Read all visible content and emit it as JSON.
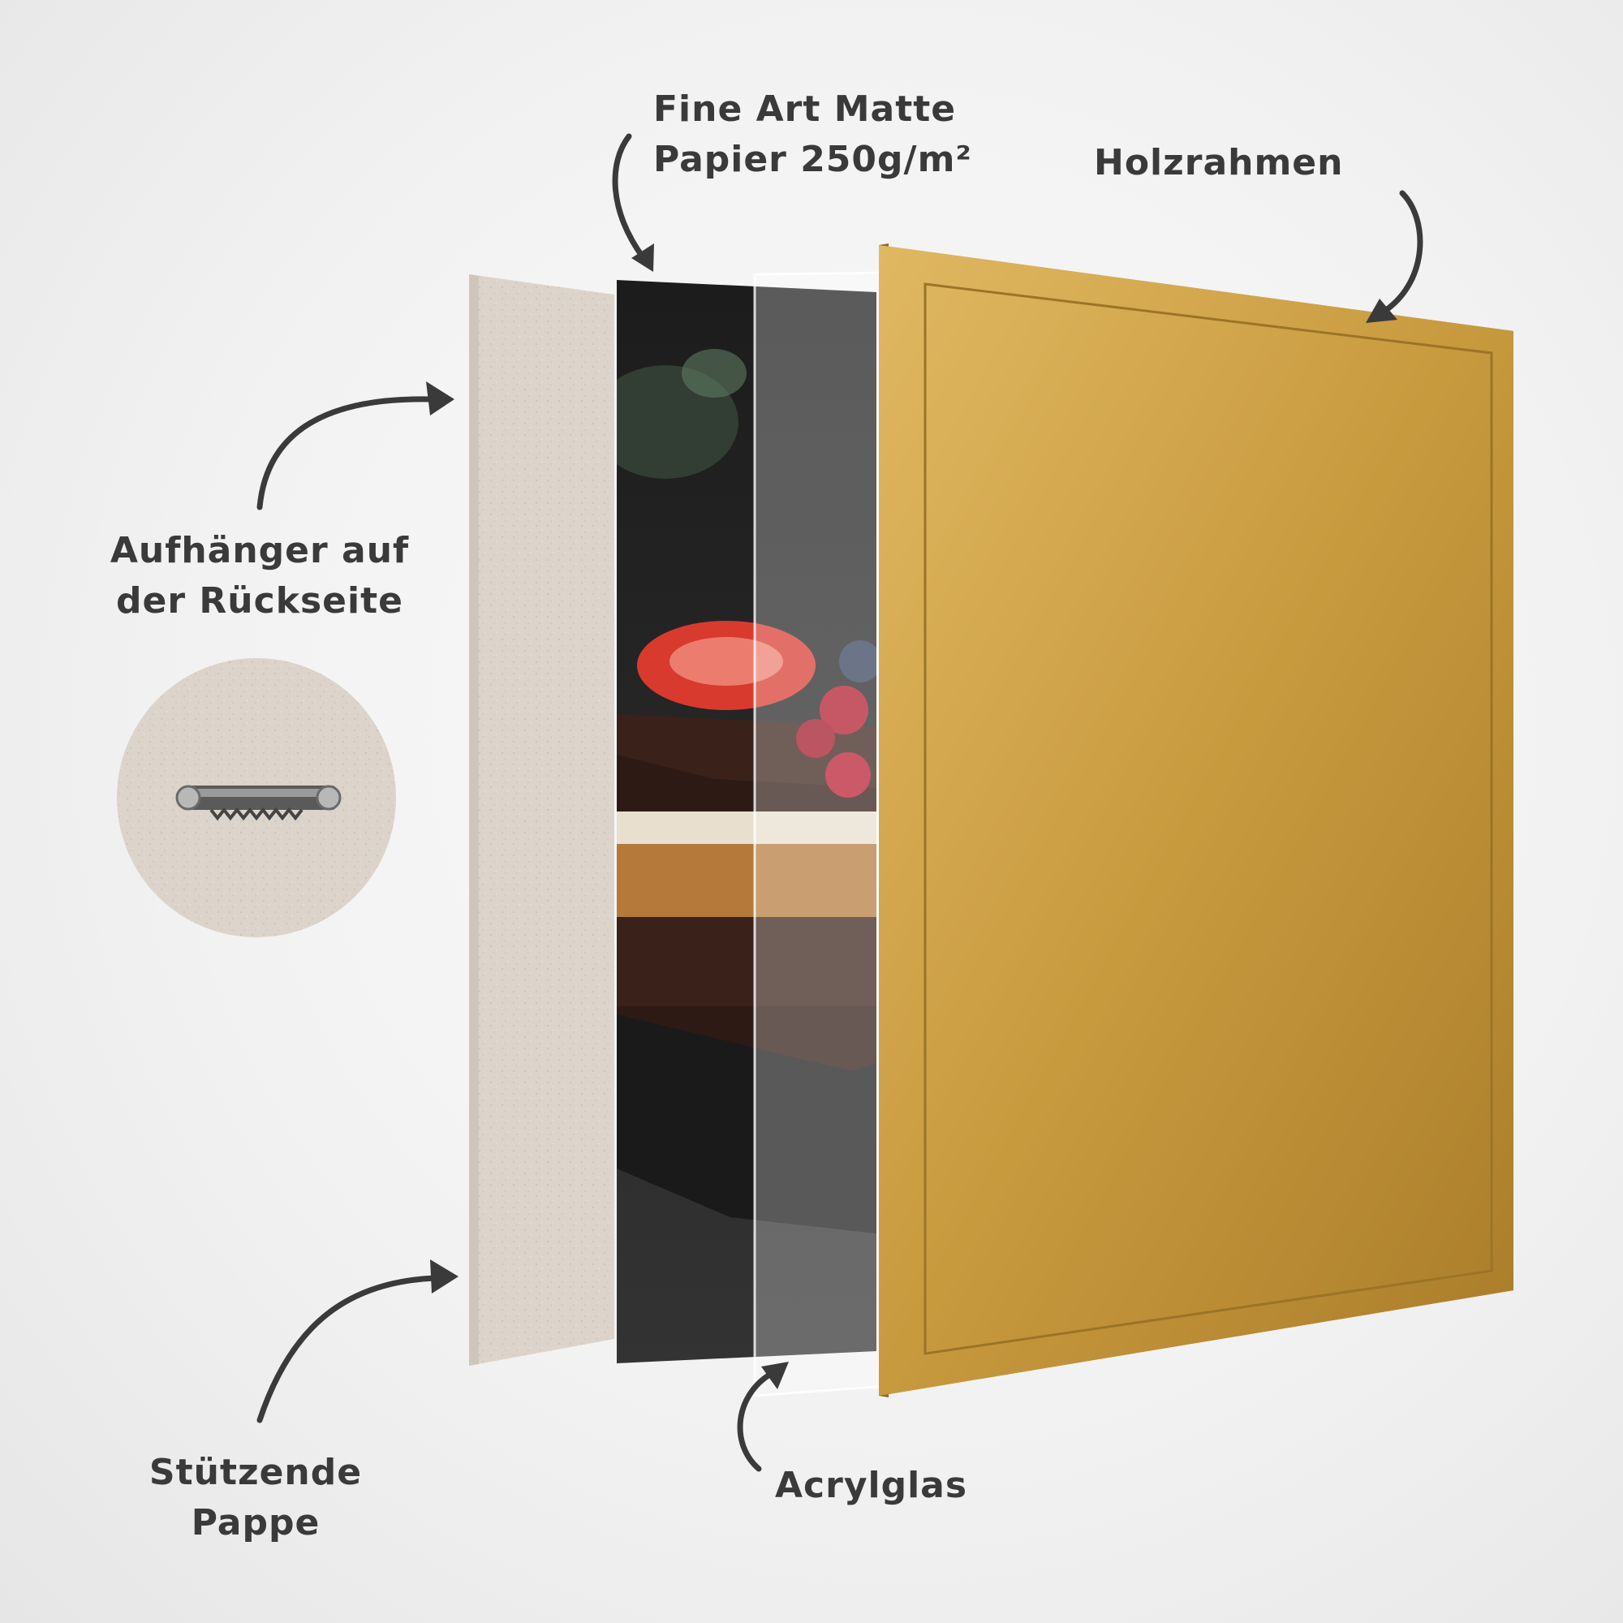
{
  "labels": {
    "paper": [
      "Fine Art Matte",
      "Papier 250g/m²"
    ],
    "frame": [
      "Holzrahmen"
    ],
    "hanger": [
      "Aufhänger auf",
      "der Rückseite"
    ],
    "board": [
      "Stützende",
      "Pappe"
    ],
    "acrylic": [
      "Acrylglas"
    ]
  },
  "colors": {
    "label": "#3a3a3a",
    "cardboard": "#d8d0c6",
    "frame_gold": "#c99a3a",
    "photo_dark": "#242424"
  }
}
